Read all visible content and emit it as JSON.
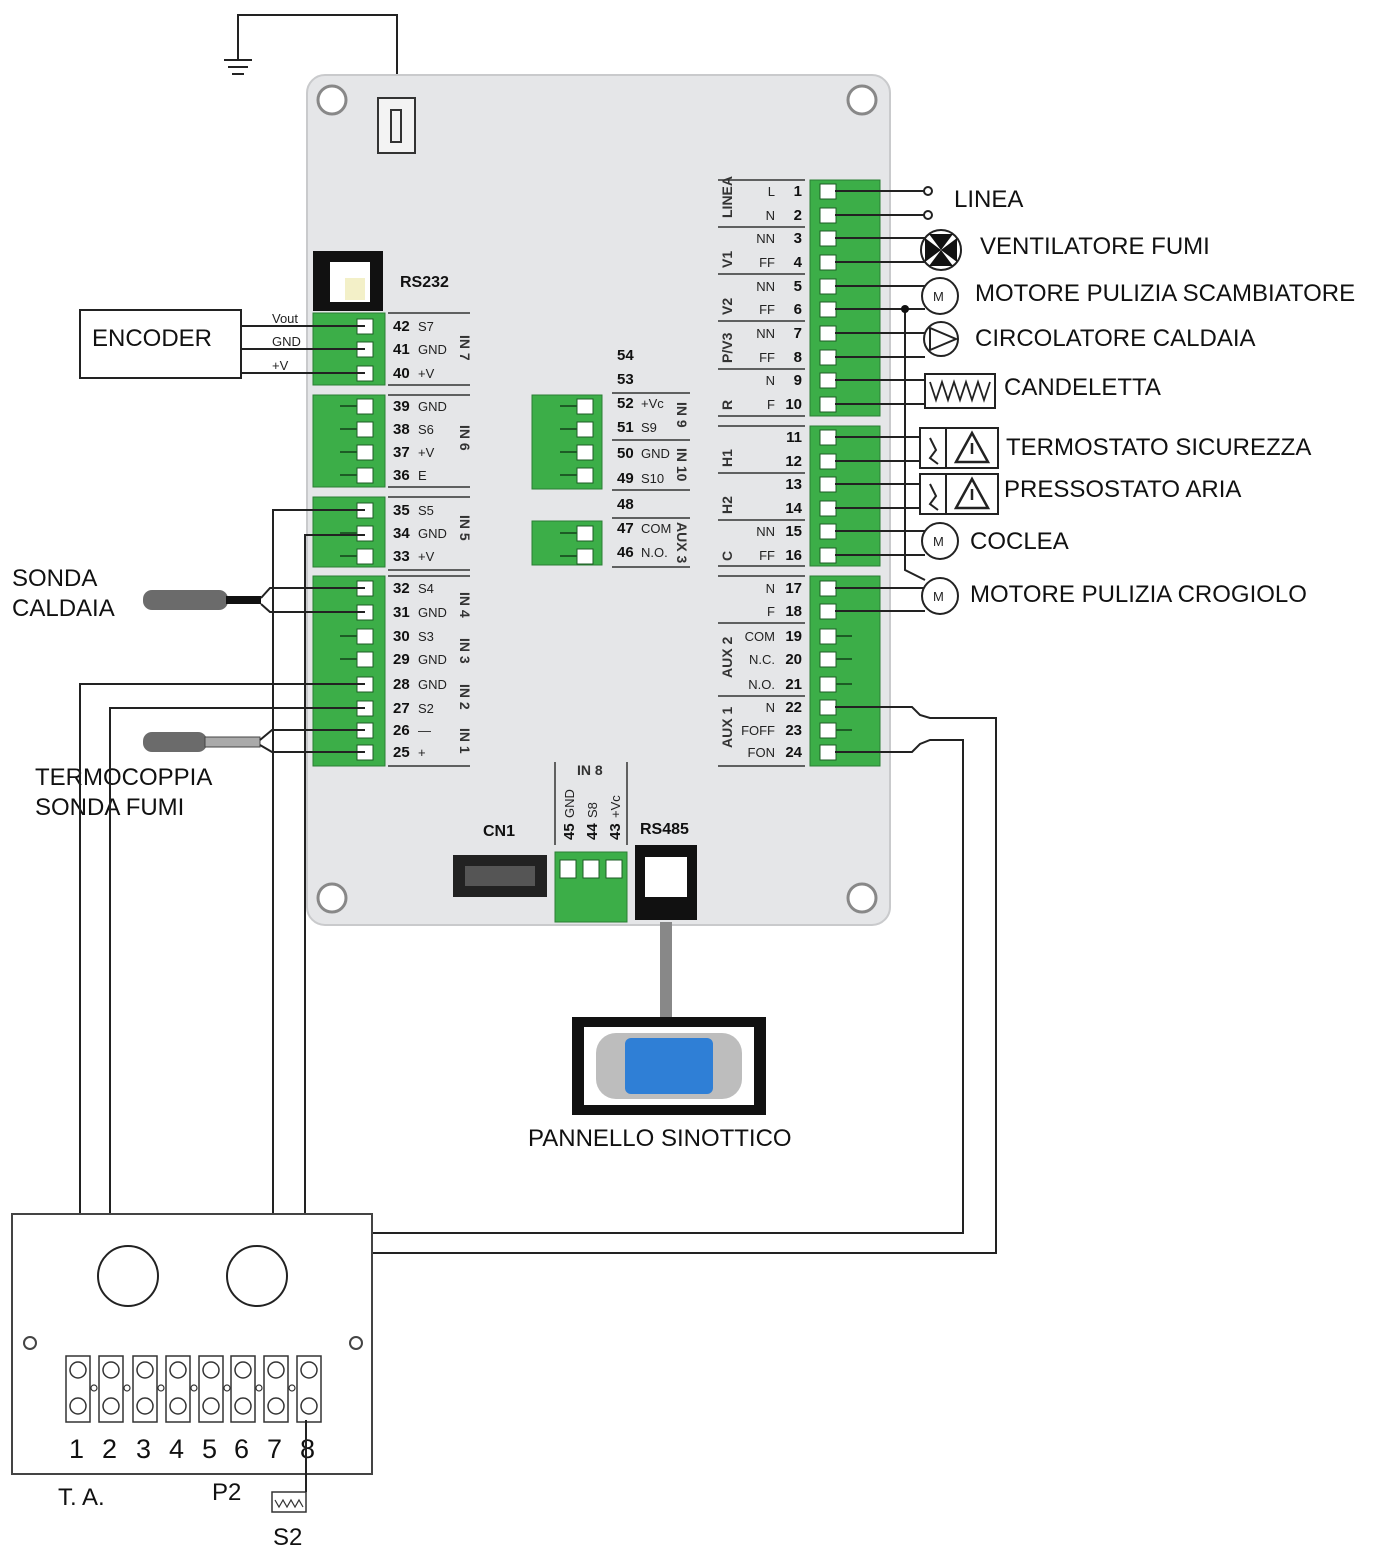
{
  "board": {
    "rs232": "RS232",
    "rs485": "RS485",
    "cn1": "CN1",
    "in8": "IN 8"
  },
  "left_top": [
    {
      "num": "42",
      "name": "S7"
    },
    {
      "num": "41",
      "name": "GND"
    },
    {
      "num": "40",
      "name": "+V"
    }
  ],
  "left_top_group": "IN 7",
  "left_in6": [
    {
      "num": "39",
      "name": "GND"
    },
    {
      "num": "38",
      "name": "S6"
    },
    {
      "num": "37",
      "name": "+V"
    },
    {
      "num": "36",
      "name": "E"
    }
  ],
  "left_in6_group": "IN 6",
  "left_in5": [
    {
      "num": "35",
      "name": "S5"
    },
    {
      "num": "34",
      "name": "GND"
    },
    {
      "num": "33",
      "name": "+V"
    }
  ],
  "left_in5_group": "IN 5",
  "left_bottom": [
    {
      "num": "32",
      "name": "S4"
    },
    {
      "num": "31",
      "name": "GND"
    },
    {
      "num": "30",
      "name": "S3"
    },
    {
      "num": "29",
      "name": "GND"
    },
    {
      "num": "28",
      "name": "GND"
    },
    {
      "num": "27",
      "name": "S2"
    },
    {
      "num": "26",
      "name": "—"
    },
    {
      "num": "25",
      "name": "+"
    }
  ],
  "left_bottom_groups": [
    "IN 4",
    "IN 3",
    "IN 2",
    "IN 1"
  ],
  "encoder_wires": [
    "Vout",
    "GND",
    "+V"
  ],
  "mid_top": [
    {
      "num": "54",
      "name": ""
    },
    {
      "num": "53",
      "name": ""
    },
    {
      "num": "52",
      "name": "+Vc"
    },
    {
      "num": "51",
      "name": "S9"
    },
    {
      "num": "50",
      "name": "GND"
    },
    {
      "num": "49",
      "name": "S10"
    },
    {
      "num": "48",
      "name": ""
    },
    {
      "num": "47",
      "name": "COM"
    },
    {
      "num": "46",
      "name": "N.O."
    }
  ],
  "mid_groups": [
    "IN 9",
    "IN 10",
    "AUX 3"
  ],
  "bottom_in8": [
    {
      "num": "45",
      "name": "GND"
    },
    {
      "num": "44",
      "name": "S8"
    },
    {
      "num": "43",
      "name": "+Vc"
    }
  ],
  "right_pins": [
    {
      "num": "1",
      "name": "L"
    },
    {
      "num": "2",
      "name": "N"
    },
    {
      "num": "3",
      "name": "NN"
    },
    {
      "num": "4",
      "name": "FF"
    },
    {
      "num": "5",
      "name": "NN"
    },
    {
      "num": "6",
      "name": "FF"
    },
    {
      "num": "7",
      "name": "NN"
    },
    {
      "num": "8",
      "name": "FF"
    },
    {
      "num": "9",
      "name": "N"
    },
    {
      "num": "10",
      "name": "F"
    },
    {
      "num": "11",
      "name": ""
    },
    {
      "num": "12",
      "name": ""
    },
    {
      "num": "13",
      "name": ""
    },
    {
      "num": "14",
      "name": ""
    },
    {
      "num": "15",
      "name": "NN"
    },
    {
      "num": "16",
      "name": "FF"
    },
    {
      "num": "17",
      "name": "N"
    },
    {
      "num": "18",
      "name": "F"
    },
    {
      "num": "19",
      "name": "COM"
    },
    {
      "num": "20",
      "name": "N.C."
    },
    {
      "num": "21",
      "name": "N.O."
    },
    {
      "num": "22",
      "name": "N"
    },
    {
      "num": "23",
      "name": "FOFF"
    },
    {
      "num": "24",
      "name": "FON"
    }
  ],
  "right_groups": [
    "LINEA",
    "V1",
    "V2",
    "P/V3",
    "R",
    "H1",
    "H2",
    "C",
    "",
    "AUX 2",
    "AUX 1"
  ],
  "labels": {
    "linea": "LINEA",
    "ventilatore": "VENTILATORE FUMI",
    "motore_scambiatore": "MOTORE PULIZIA SCAMBIATORE",
    "circolatore": "CIRCOLATORE CALDAIA",
    "candeletta": "CANDELETTA",
    "termostato": "TERMOSTATO SICUREZZA",
    "pressostato": "PRESSOSTATO ARIA",
    "coclea": "COCLEA",
    "motore_crogiolo": "MOTORE PULIZIA CROGIOLO",
    "encoder": "ENCODER",
    "sonda1": "SONDA",
    "sonda2": "CALDAIA",
    "termo1": "TERMOCOPPIA",
    "termo2": "SONDA FUMI",
    "pannello": "PANNELLO SINOTTICO",
    "ta": "T. A.",
    "p2": "P2",
    "s2": "S2",
    "m": "M"
  },
  "terminal_numbers": [
    "1",
    "2",
    "3",
    "4",
    "5",
    "6",
    "7",
    "8"
  ]
}
